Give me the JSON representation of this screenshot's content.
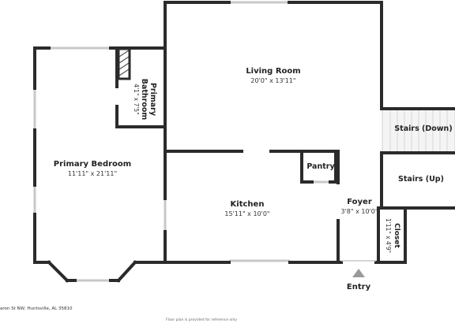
{
  "rooms": {
    "living_room": {
      "name": "Living Room",
      "dims": "20'0\" x 13'11\""
    },
    "primary_bedroom": {
      "name": "Primary Bedroom",
      "dims": "11'11\" x 21'11\""
    },
    "primary_bathroom": {
      "name_line1": "Primary",
      "name_line2": "Bathroom",
      "dims": "4'1\" x 7'5\""
    },
    "kitchen": {
      "name": "Kitchen",
      "dims": "15'11\" x 10'0\""
    },
    "pantry": {
      "name": "Pantry"
    },
    "foyer": {
      "name": "Foyer",
      "dims": "3'8\" x 10'0\""
    },
    "closet": {
      "name": "Closet",
      "dims": "1'11\" x 4'9\""
    },
    "stairs_down": {
      "name": "Stairs (Down)"
    },
    "stairs_up": {
      "name": "Stairs (Up)"
    }
  },
  "entry": {
    "label": "Entry"
  },
  "footer": {
    "address": "aron St NW, Huntsville, AL 35810",
    "note": "Floor plan is provided for reference only"
  },
  "colors": {
    "wall": "#2b2b2b",
    "window": "#c8c8c8",
    "stairs_fill": "#f4f4f4",
    "entry_marker": "#9a9a9a"
  }
}
